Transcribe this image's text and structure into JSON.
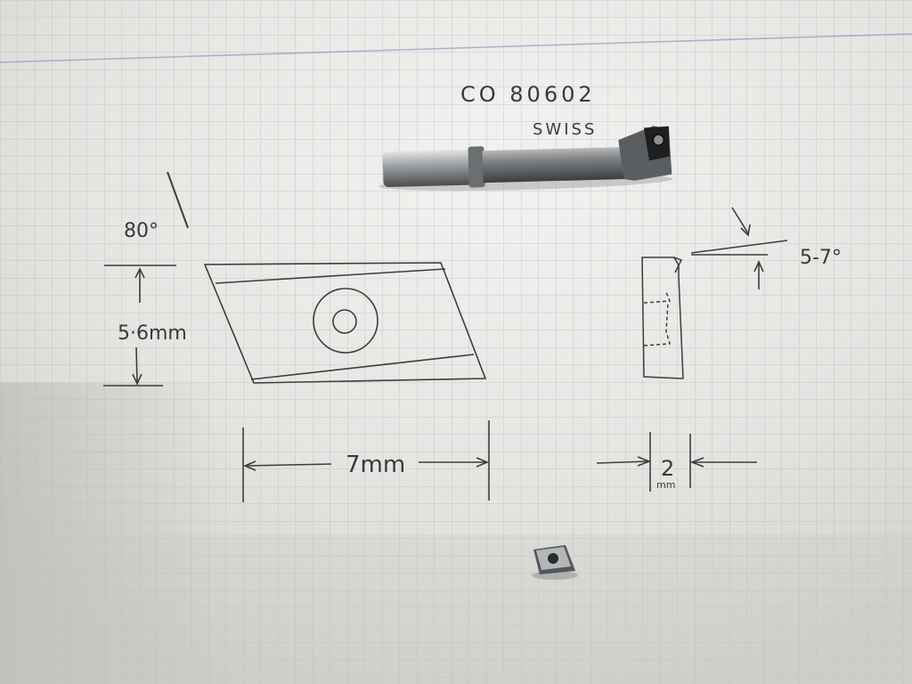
{
  "notes": {
    "code_line": "CO 80602",
    "origin_line": "SWISS"
  },
  "drawing": {
    "angle_label": "80°",
    "height_label": "5·6mm",
    "width_label": "7mm",
    "thickness_label": "2",
    "thickness_unit": "mm",
    "clearance_label": "5-7°"
  },
  "colors": {
    "paper": "#e9e9e6",
    "grid": "#b9bcc3",
    "pencil": "#3d3d3d",
    "steel": "#8a8c8e"
  },
  "objects": {
    "tool": "boring-bar-with-insert",
    "insert": "carbide-insert"
  }
}
